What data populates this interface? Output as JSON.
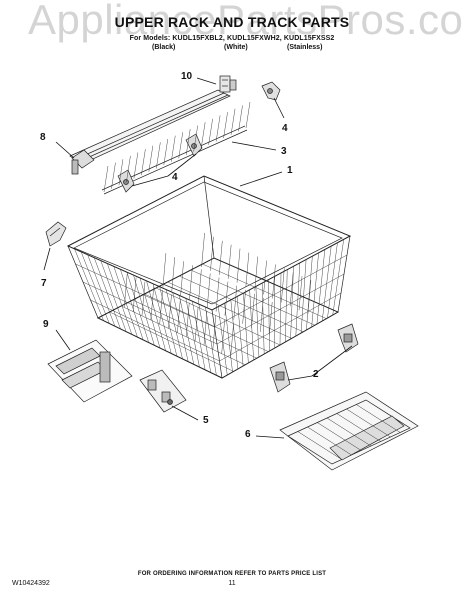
{
  "watermark": "AppliancePartsPros.com",
  "header": {
    "title": "UPPER RACK AND TRACK PARTS",
    "models_line": "For Models: KUDL15FXBL2, KUDL15FXWH2, KUDL15FXSS2",
    "finishes": [
      "(Black)",
      "(White)",
      "(Stainless)"
    ]
  },
  "callouts": {
    "c10": "10",
    "c4a": "4",
    "c8": "8",
    "c3": "3",
    "c4b": "4",
    "c1": "1",
    "c7": "7",
    "c9": "9",
    "c2": "2",
    "c5": "5",
    "c6": "6"
  },
  "footer": {
    "instruction": "FOR ORDERING INFORMATION REFER TO PARTS PRICE LIST",
    "doc_number": "W10424392",
    "page_number": "11"
  }
}
